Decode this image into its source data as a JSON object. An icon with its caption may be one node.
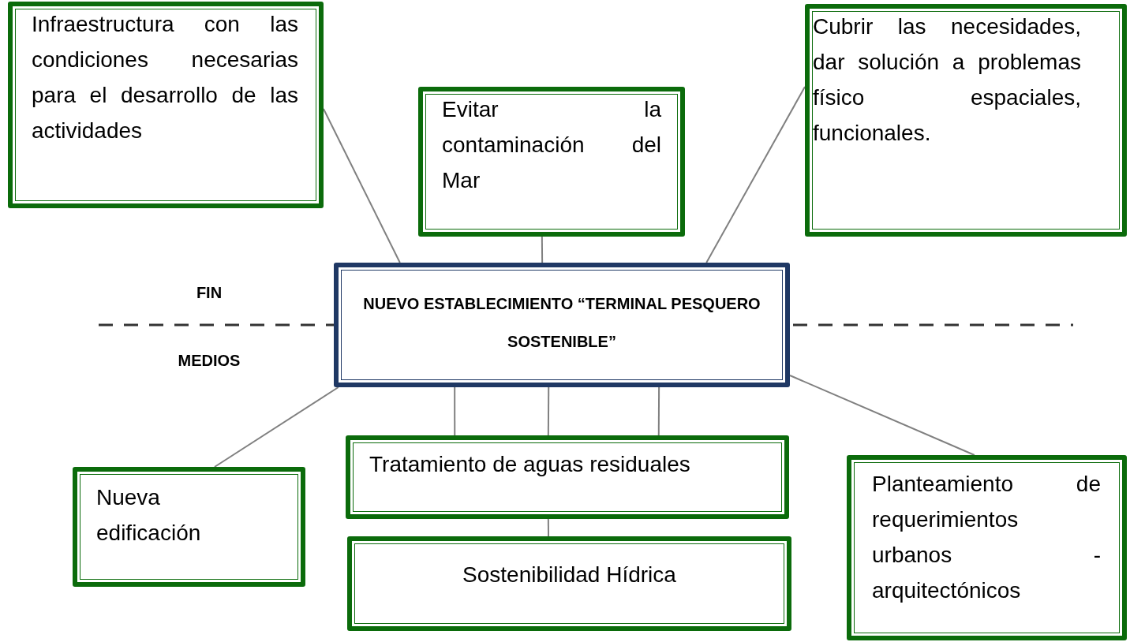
{
  "diagram": {
    "nodes": [
      {
        "text": [
          "NUEVO ESTABLECIMIENTO “TERMINAL PESQUERO SOSTENIBLE”"
        ]
      },
      {
        "text": [
          "Infraestructura con las condiciones necesarias para el desarrollo de las actividades"
        ]
      },
      {
        "text": [
          "Evitar la contaminación del Mar"
        ]
      },
      {
        "text": [
          "Cubrir las necesidades, dar solución a problemas físico espaciales, funcionales."
        ]
      },
      {
        "text": [
          "Nueva edificación"
        ]
      },
      {
        "text": [
          "Tratamiento de aguas residuales"
        ]
      },
      {
        "text": [
          "Sostenibilidad Hídrica"
        ]
      },
      {
        "text": [
          "Planteamiento de requerimientos urbanos - arquitectónicos"
        ]
      }
    ],
    "edges": [
      {
        "from": 1,
        "to": 0,
        "arrow": "none"
      },
      {
        "from": 2,
        "to": 0,
        "arrow": "none"
      },
      {
        "from": 3,
        "to": 0,
        "arrow": "none"
      },
      {
        "from": 0,
        "to": 4,
        "arrow": "none"
      },
      {
        "from": 0,
        "to": 5,
        "arrow": "none"
      },
      {
        "from": 0,
        "to": 5,
        "arrow": "none"
      },
      {
        "from": 0,
        "to": 5,
        "arrow": "none"
      },
      {
        "from": 0,
        "to": 7,
        "arrow": "none"
      },
      {
        "from": 5,
        "to": 6,
        "arrow": "none"
      }
    ],
    "labels": [
      "FIN",
      "MEDIOS"
    ]
  }
}
